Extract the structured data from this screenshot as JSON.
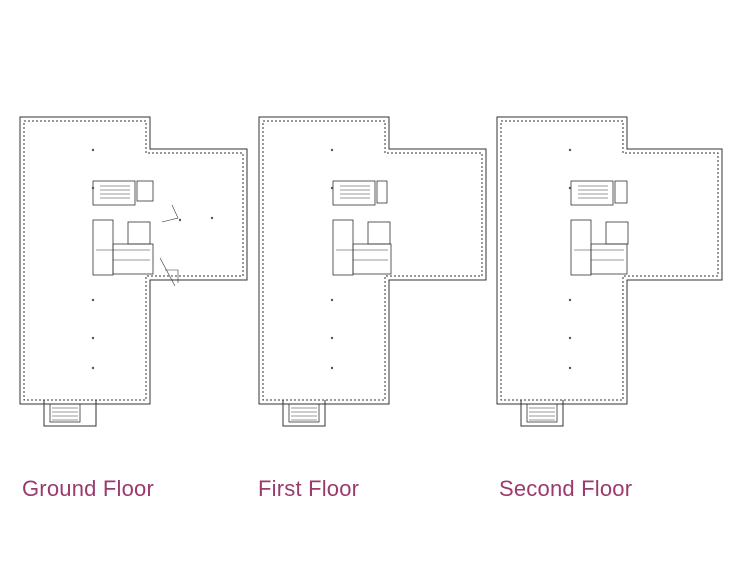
{
  "floors": [
    {
      "label": "Ground Floor"
    },
    {
      "label": "First Floor"
    },
    {
      "label": "Second Floor"
    }
  ],
  "colors": {
    "label": "#9b3a6e",
    "wall": "#333333",
    "background": "#ffffff"
  }
}
